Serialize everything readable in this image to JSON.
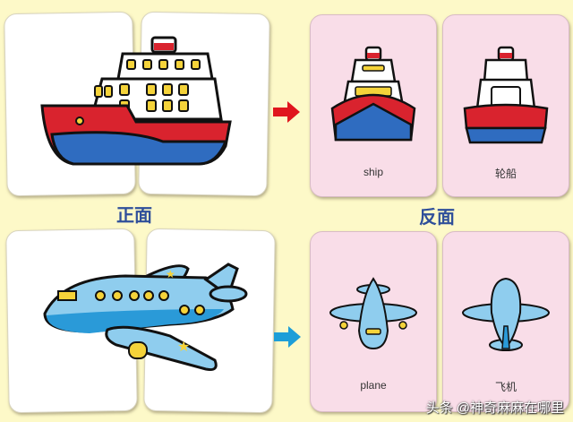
{
  "sections": {
    "front_label": "正面",
    "back_label": "反面"
  },
  "rows": [
    {
      "name": "ship",
      "arrow_color": "#e0161e",
      "back_cards": [
        {
          "label": "ship"
        },
        {
          "label": "轮船"
        }
      ]
    },
    {
      "name": "plane",
      "arrow_color": "#1d9ed8",
      "back_cards": [
        {
          "label": "plane"
        },
        {
          "label": "飞机"
        }
      ]
    }
  ],
  "watermark": "头条 @神奇麻麻在哪里"
}
